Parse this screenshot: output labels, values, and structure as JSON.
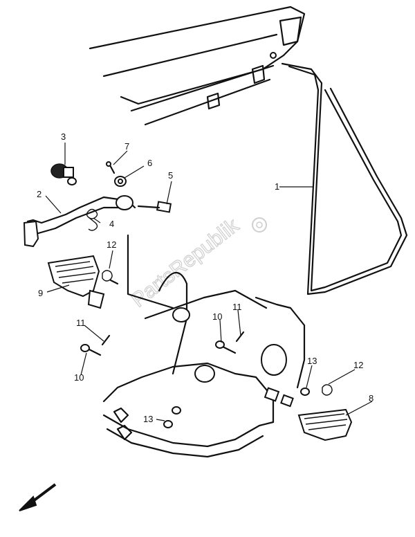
{
  "watermark": {
    "text": "PartsRepublik"
  },
  "callouts": [
    {
      "id": "c1",
      "label": "1"
    },
    {
      "id": "c2",
      "label": "2"
    },
    {
      "id": "c3",
      "label": "3"
    },
    {
      "id": "c4",
      "label": "4"
    },
    {
      "id": "c5",
      "label": "5"
    },
    {
      "id": "c6",
      "label": "6"
    },
    {
      "id": "c7",
      "label": "7"
    },
    {
      "id": "c8",
      "label": "8"
    },
    {
      "id": "c9",
      "label": "9"
    },
    {
      "id": "c10a",
      "label": "10"
    },
    {
      "id": "c10b",
      "label": "10"
    },
    {
      "id": "c11a",
      "label": "11"
    },
    {
      "id": "c11b",
      "label": "11"
    },
    {
      "id": "c12a",
      "label": "12"
    },
    {
      "id": "c12b",
      "label": "12"
    },
    {
      "id": "c13a",
      "label": "13"
    },
    {
      "id": "c13b",
      "label": "13"
    }
  ],
  "icons": {
    "direction": "front-arrow-icon",
    "watermark_logo": "gear-logo-icon"
  }
}
